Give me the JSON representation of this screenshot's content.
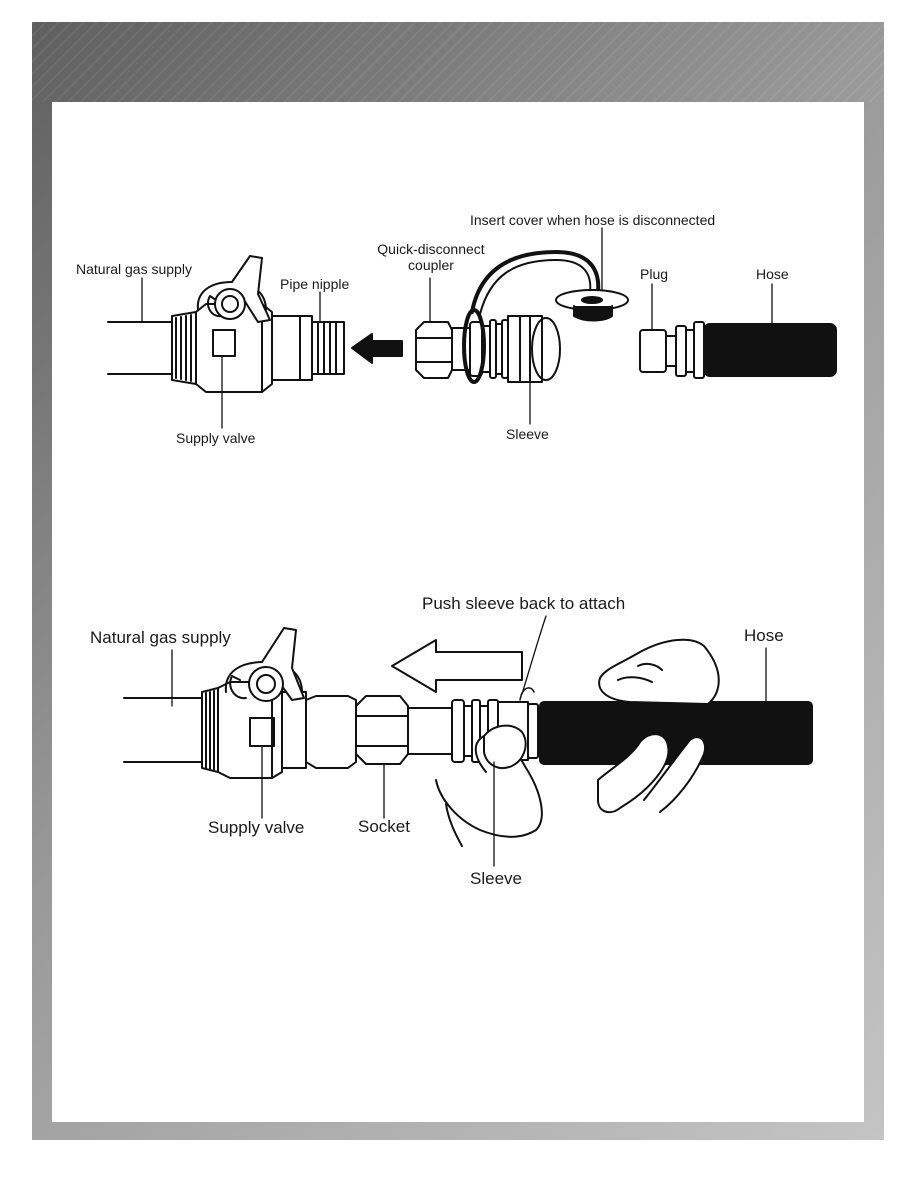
{
  "diagram_top": {
    "natural_gas_supply": "Natural gas supply",
    "pipe_nipple": "Pipe nipple",
    "quick_disconnect_line1": "Quick-disconnect",
    "quick_disconnect_line2": "coupler",
    "insert_cover": "Insert cover when hose is disconnected",
    "plug": "Plug",
    "hose": "Hose",
    "supply_valve": "Supply valve",
    "sleeve": "Sleeve"
  },
  "diagram_bottom": {
    "natural_gas_supply": "Natural gas supply",
    "push_sleeve": "Push sleeve back to attach",
    "hose": "Hose",
    "supply_valve": "Supply valve",
    "socket": "Socket",
    "sleeve": "Sleeve"
  }
}
